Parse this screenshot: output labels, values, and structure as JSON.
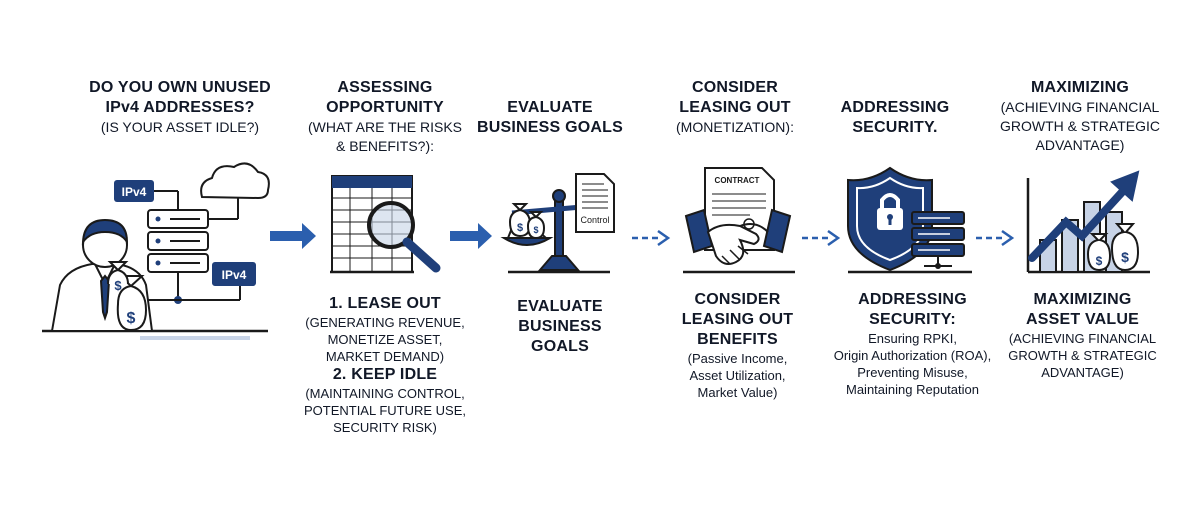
{
  "colors": {
    "navy": "#1f3f7a",
    "blue": "#2b5fae",
    "ink": "#1a1a1a",
    "light": "#c7d3e6"
  },
  "steps": [
    {
      "title_lines": [
        "DO YOU OWN UNUSED",
        "IPv4 ADDRESSES?"
      ],
      "subtitle_lines": [
        "(IS YOUR ASSET IDLE?)"
      ],
      "icon": "person-servers-icon",
      "tags": [
        "IPv4",
        "IPv4"
      ]
    },
    {
      "title_lines": [
        "ASSESSING",
        "OPPORTUNITY"
      ],
      "subtitle_lines": [
        "(WHAT ARE THE RISKS",
        "& BENEFITS?):"
      ],
      "icon": "magnifier-spreadsheet-icon",
      "options": [
        {
          "heading": "1. LEASE OUT",
          "lines": [
            "(GENERATING REVENUE,",
            "MONETIZE ASSET,",
            "MARKET DEMAND)"
          ]
        },
        {
          "heading": "2. KEEP IDLE",
          "lines": [
            "(MAINTAINING CONTROL,",
            "POTENTIAL FUTURE USE,",
            "SECURITY RISK)"
          ]
        }
      ]
    },
    {
      "title_lines": [
        "EVALUATE",
        "BUSINESS GOALS"
      ],
      "icon": "scale-icon",
      "doc_label": "Control",
      "bottom_title_lines": [
        "EVALUATE",
        "BUSINESS",
        "GOALS"
      ]
    },
    {
      "title_lines": [
        "CONSIDER",
        "LEASING OUT"
      ],
      "subtitle_lines": [
        "(MONETIZATION):"
      ],
      "icon": "contract-handshake-icon",
      "doc_label": "CONTRACT",
      "bottom_title_lines": [
        "CONSIDER",
        "LEASING OUT",
        "BENEFITS"
      ],
      "bottom_lines": [
        "(Passive Income,",
        "Asset Utilization,",
        "Market Value)"
      ]
    },
    {
      "title_lines": [
        "ADDRESSING",
        "SECURITY."
      ],
      "icon": "shield-lock-icon",
      "bottom_title_lines": [
        "ADDRESSING",
        "SECURITY:"
      ],
      "bottom_lines": [
        "Ensuring RPKI,",
        "Origin Authorization (ROA),",
        "Preventing Misuse,",
        "Maintaining Reputation"
      ]
    },
    {
      "title_lines": [
        "MAXIMIZING"
      ],
      "subtitle_lines": [
        "(ACHIEVING FINANCIAL",
        "GROWTH & STRATEGIC",
        "ADVANTAGE)"
      ],
      "icon": "growth-chart-icon",
      "bottom_title_lines": [
        "MAXIMIZING",
        "ASSET VALUE"
      ],
      "bottom_lines": [
        "(ACHIEVING FINANCIAL",
        "GROWTH & STRATEGIC",
        "ADVANTAGE)"
      ]
    }
  ],
  "connectors": [
    "solid-arrow",
    "solid-arrow",
    "dashed-arrow",
    "dashed-arrow",
    "dashed-arrow"
  ]
}
